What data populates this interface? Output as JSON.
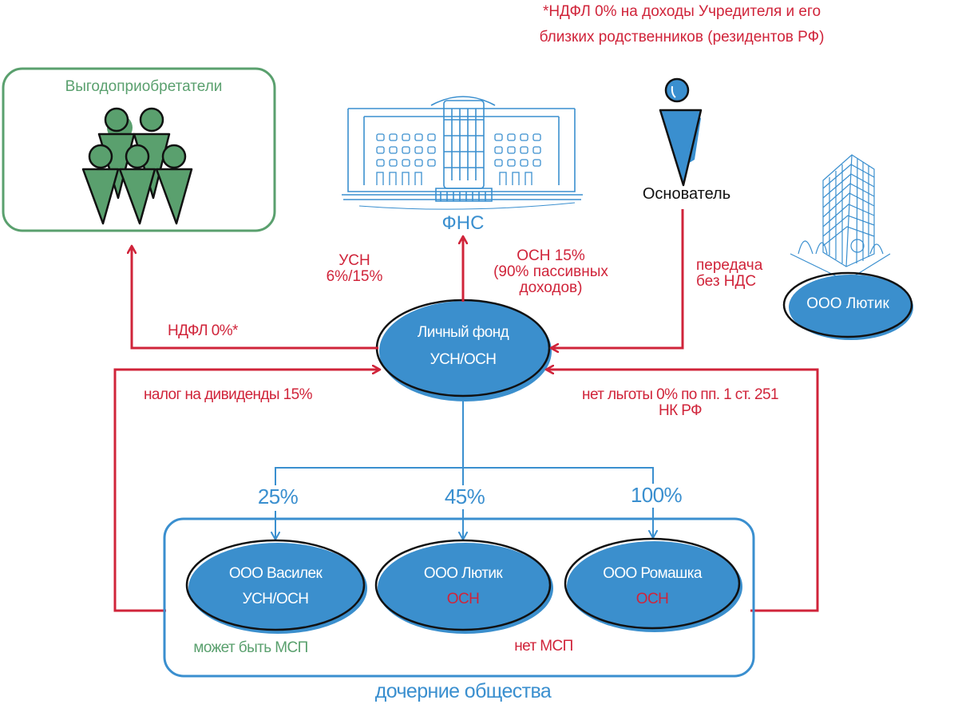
{
  "footnote": {
    "line1": "*НДФЛ 0% на доходы Учредителя и его",
    "line2": "близких родственников (резидентов РФ)"
  },
  "beneficiaries": {
    "title": "Выгодоприобретатели",
    "icon": "people-group-icon"
  },
  "fns": {
    "label": "ФНС",
    "icon": "government-building-icon"
  },
  "founder": {
    "label": "Основатель",
    "icon": "person-icon"
  },
  "external_company": {
    "name": "ООО Лютик",
    "icon": "office-building-icon"
  },
  "fund": {
    "line1": "Личный фонд",
    "line2": "УСН/ОСН"
  },
  "flows": {
    "usn": {
      "line1": "УСН",
      "line2": "6%/15%"
    },
    "osn": {
      "line1": "ОСН 15%",
      "line2": "(90% пассивных",
      "line3": "доходов)"
    },
    "transfer": {
      "line1": "передача",
      "line2": "без НДС"
    },
    "ndfl": "НДФЛ 0%*",
    "dividend_tax": "налог на дивиденды 15%",
    "no_exemption": {
      "line1": "нет льготы 0% по пп. 1 ст. 251",
      "line2": "НК РФ"
    }
  },
  "ownership": {
    "shares": [
      "25%",
      "45%",
      "100%"
    ]
  },
  "subsidiaries": {
    "group_label": "дочерние общества",
    "items": [
      {
        "name": "ООО Василек",
        "regime": "УСН/ОСН"
      },
      {
        "name": "ООО Лютик",
        "regime": "ОСН"
      },
      {
        "name": "ООО Ромашка",
        "regime": "ОСН"
      }
    ],
    "msp_possible": "может быть МСП",
    "msp_none": "нет МСП"
  },
  "colors": {
    "red": "#d0243a",
    "blue": "#3a8fcf",
    "green": "#5aa06e",
    "ellipse_fill": "#3b8fcd"
  }
}
